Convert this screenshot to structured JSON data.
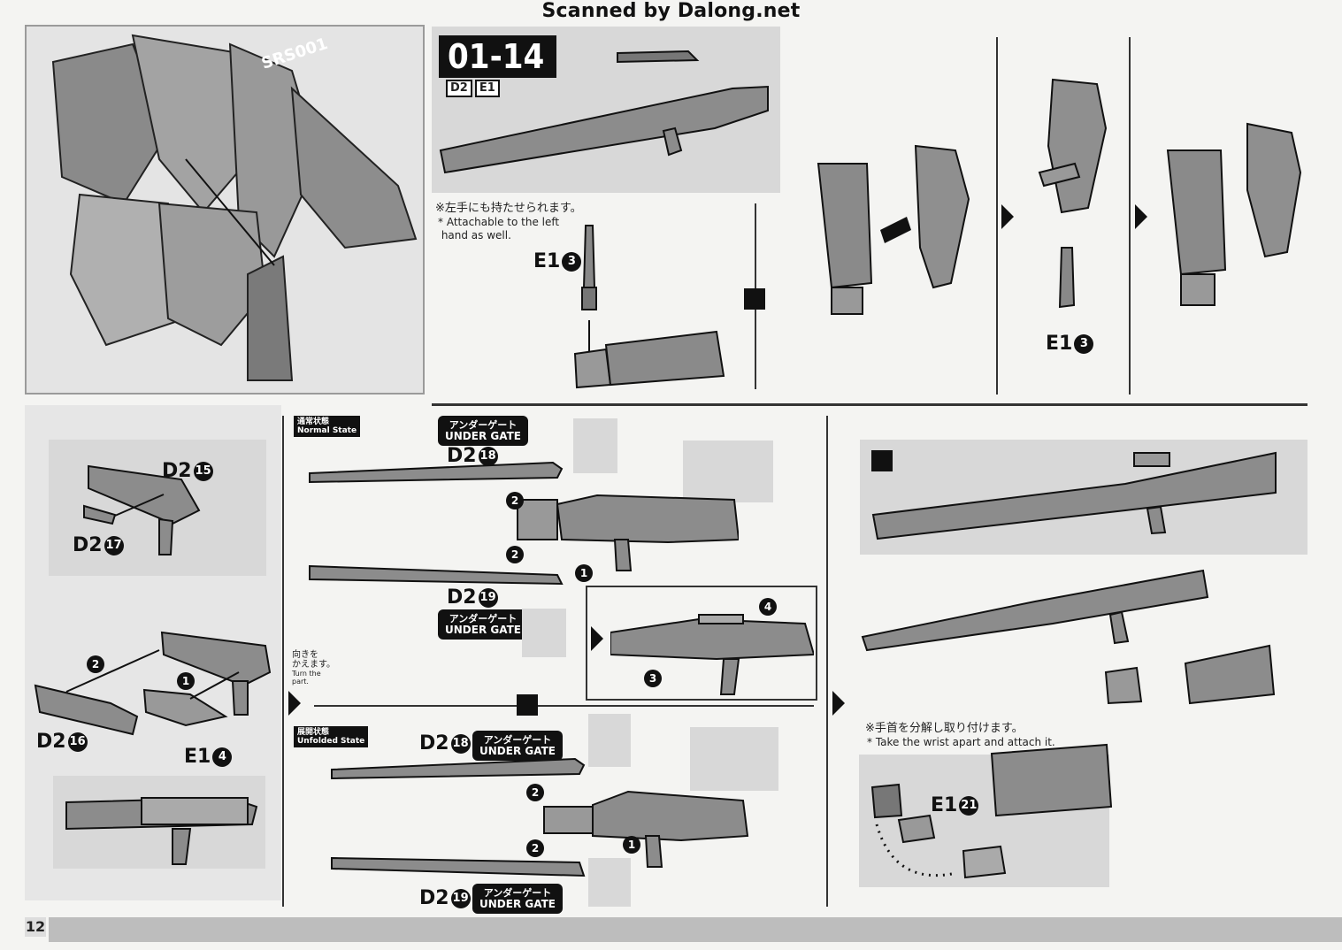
{
  "watermark": "Scanned by Dalong.net",
  "step": {
    "number": "01-14",
    "parts": [
      "D2",
      "E1"
    ]
  },
  "left_hand_note": {
    "jp": "※左手にも持たせられます。",
    "en": "* Attachable to the left\n hand as well."
  },
  "labels": {
    "e1_3": {
      "part": "E1",
      "num": "3"
    },
    "d2_15": {
      "part": "D2",
      "num": "15"
    },
    "d2_17": {
      "part": "D2",
      "num": "17"
    },
    "d2_16": {
      "part": "D2",
      "num": "16"
    },
    "e1_4": {
      "part": "E1",
      "num": "4"
    },
    "d2_18a": {
      "part": "D2",
      "num": "18"
    },
    "d2_19a": {
      "part": "D2",
      "num": "19"
    },
    "d2_18b": {
      "part": "D2",
      "num": "18"
    },
    "d2_19b": {
      "part": "D2",
      "num": "19"
    },
    "e1_21": {
      "part": "E1",
      "num": "21"
    },
    "e1_3b": {
      "part": "E1",
      "num": "3"
    }
  },
  "states": {
    "normal": {
      "jp": "通常状態",
      "en": "Normal State"
    },
    "unfolded": {
      "jp": "展開状態",
      "en": "Unfolded State"
    }
  },
  "under_gate": {
    "jp": "アンダーゲート",
    "en": "UNDER GATE"
  },
  "turn_note": {
    "jp": "向きを\nかえます。",
    "en": "Turn the\npart."
  },
  "wrist_note": {
    "jp": "※手首を分解し取り付けます。",
    "en": "* Take the wrist apart and attach it."
  },
  "page_number": "12",
  "model_marking": "SRS001"
}
